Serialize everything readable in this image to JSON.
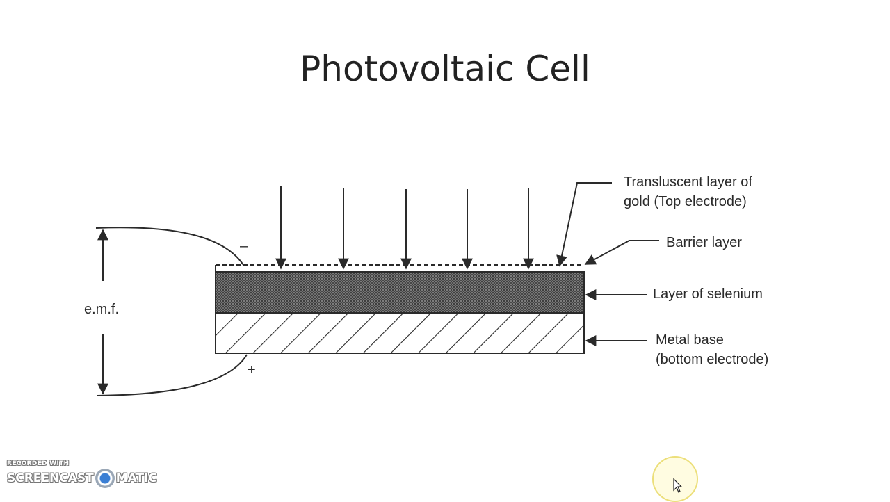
{
  "slide": {
    "title": "Photovoltaic Cell"
  },
  "diagram": {
    "labels": {
      "gold_line1": "Transluscent layer of",
      "gold_line2": "gold (Top electrode)",
      "barrier": "Barrier layer",
      "selenium": "Layer of selenium",
      "metal_line1": "Metal base",
      "metal_line2": "(bottom electrode)",
      "emf": "e.m.f.",
      "minus": "–",
      "plus": "+"
    }
  },
  "watermark": {
    "line1": "RECORDED WITH",
    "left": "SCREENCAST",
    "right": "MATIC"
  },
  "colors": {
    "ink": "#2a2a2a",
    "highlight": "#fff7c4"
  }
}
